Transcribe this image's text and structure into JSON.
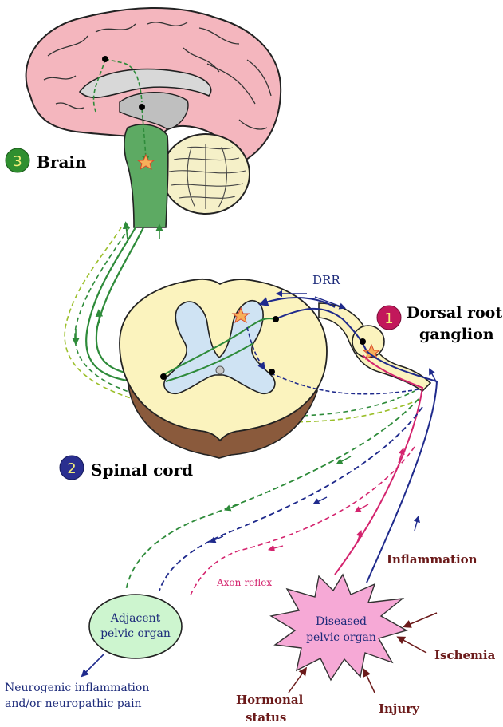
{
  "labels": {
    "brain_number": "3",
    "brain": "Brain",
    "spinal_cord_number": "2",
    "spinal_cord": "Spinal cord",
    "drg_number": "1",
    "drg_line1": "Dorsal root",
    "drg_line2": "ganglion",
    "drr": "DRR",
    "axon_reflex": "Axon-reflex",
    "adjacent_line1": "Adjacent",
    "adjacent_line2": "pelvic organ",
    "diseased_line1": "Diseased",
    "diseased_line2": "pelvic organ",
    "outcome_line1": "Neurogenic inflammation",
    "outcome_line2": "and/or neuropathic pain",
    "inflammation": "Inflammation",
    "ischemia": "Ischemia",
    "injury": "Injury",
    "hormonal_line1": "Hormonal",
    "hormonal_line2": "status"
  },
  "colors": {
    "brain_cortex": "#f4b6be",
    "brainstem_green": "#5daa63",
    "pathway_green": "#2e8b3a",
    "pathway_blue": "#1f2a8c",
    "pathway_magenta": "#d4246e",
    "spinal_cord_yellow": "#fbf3be",
    "grey_matter": "#cfe3f3",
    "spinal_base_brown": "#8a5a3c",
    "badge_green": "#2f8f2f",
    "badge_blue": "#2a2f8f",
    "badge_magenta": "#c2185b",
    "adjacent_organ_fill": "#cdf5cf",
    "diseased_organ_fill": "#f6a9d6",
    "text_dark_red": "#6b1a1a",
    "text_blue": "#1c2a7a"
  }
}
